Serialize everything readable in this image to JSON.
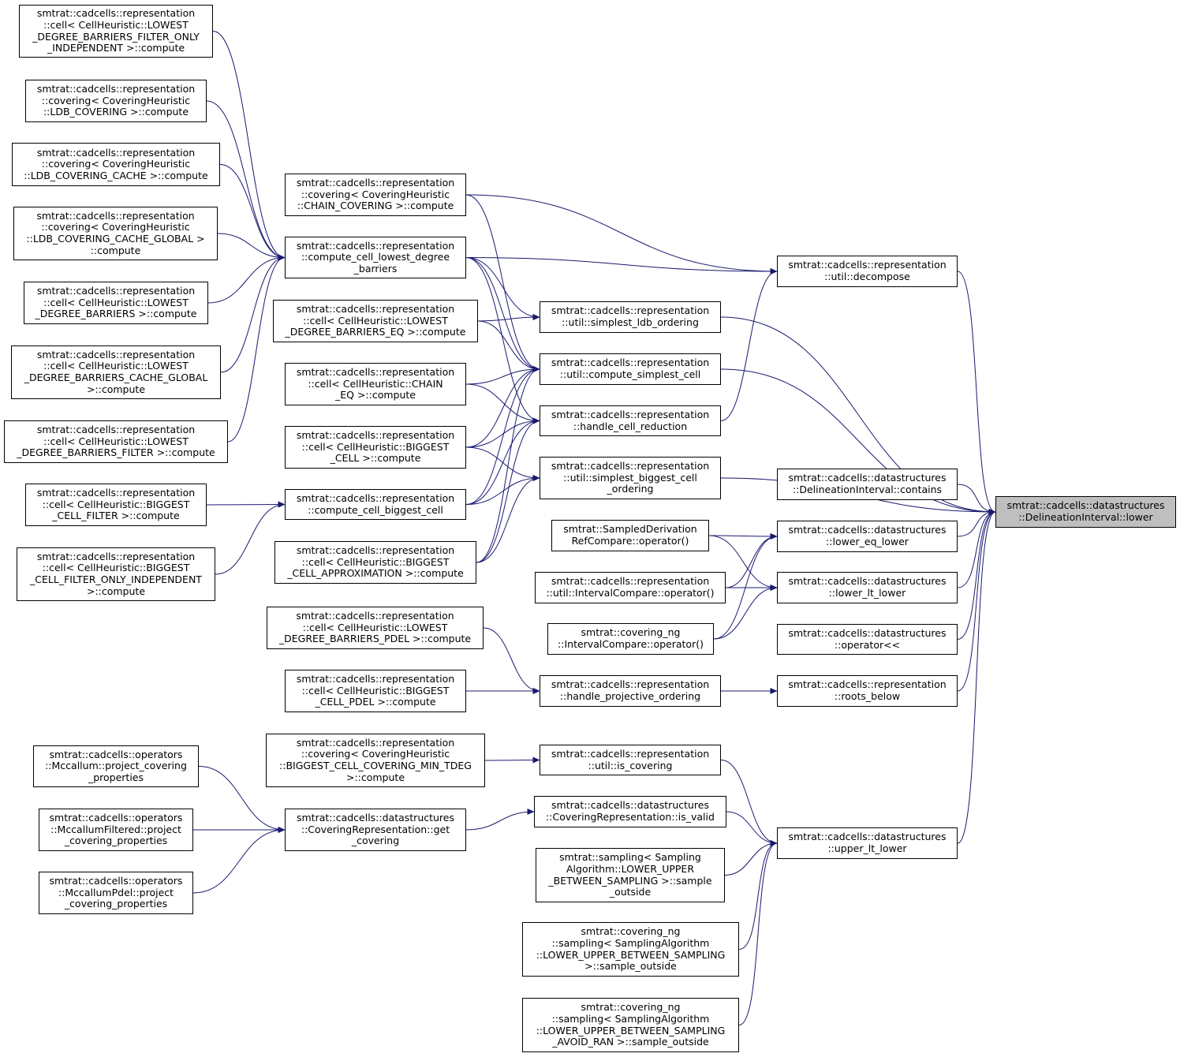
{
  "target": {
    "id": "target",
    "lines": [
      "smtrat::cadcells::datastructures",
      "::DelineationInterval::lower"
    ]
  },
  "nodes": [
    {
      "id": "n1",
      "lines": [
        "smtrat::cadcells::representation",
        "::cell< CellHeuristic::LOWEST",
        "_DEGREE_BARRIERS_FILTER_ONLY",
        "_INDEPENDENT >::compute"
      ]
    },
    {
      "id": "n2",
      "lines": [
        "smtrat::cadcells::representation",
        "::covering< CoveringHeuristic",
        "::LDB_COVERING >::compute"
      ]
    },
    {
      "id": "n3",
      "lines": [
        "smtrat::cadcells::representation",
        "::covering< CoveringHeuristic",
        "::LDB_COVERING_CACHE >::compute"
      ]
    },
    {
      "id": "n4",
      "lines": [
        "smtrat::cadcells::representation",
        "::covering< CoveringHeuristic",
        "::LDB_COVERING_CACHE_GLOBAL >",
        "::compute"
      ]
    },
    {
      "id": "n5",
      "lines": [
        "smtrat::cadcells::representation",
        "::cell< CellHeuristic::LOWEST",
        "_DEGREE_BARRIERS >::compute"
      ]
    },
    {
      "id": "n6",
      "lines": [
        "smtrat::cadcells::representation",
        "::cell< CellHeuristic::LOWEST",
        "_DEGREE_BARRIERS_CACHE_GLOBAL",
        ">::compute"
      ]
    },
    {
      "id": "n7",
      "lines": [
        "smtrat::cadcells::representation",
        "::cell< CellHeuristic::LOWEST",
        "_DEGREE_BARRIERS_FILTER >::compute"
      ]
    },
    {
      "id": "n8",
      "lines": [
        "smtrat::cadcells::representation",
        "::cell< CellHeuristic::BIGGEST",
        "_CELL_FILTER >::compute"
      ]
    },
    {
      "id": "n9",
      "lines": [
        "smtrat::cadcells::representation",
        "::cell< CellHeuristic::BIGGEST",
        "_CELL_FILTER_ONLY_INDEPENDENT",
        ">::compute"
      ]
    },
    {
      "id": "n10",
      "lines": [
        "smtrat::cadcells::operators",
        "::Mccallum::project_covering",
        "_properties"
      ]
    },
    {
      "id": "n11",
      "lines": [
        "smtrat::cadcells::operators",
        "::MccallumFiltered::project",
        "_covering_properties"
      ]
    },
    {
      "id": "n12",
      "lines": [
        "smtrat::cadcells::operators",
        "::MccallumPdel::project",
        "_covering_properties"
      ]
    },
    {
      "id": "n13",
      "lines": [
        "smtrat::cadcells::representation",
        "::covering< CoveringHeuristic",
        "::CHAIN_COVERING >::compute"
      ]
    },
    {
      "id": "n14",
      "lines": [
        "smtrat::cadcells::representation",
        "::compute_cell_lowest_degree",
        "_barriers"
      ]
    },
    {
      "id": "n15",
      "lines": [
        "smtrat::cadcells::representation",
        "::cell< CellHeuristic::LOWEST",
        "_DEGREE_BARRIERS_EQ >::compute"
      ]
    },
    {
      "id": "n16",
      "lines": [
        "smtrat::cadcells::representation",
        "::cell< CellHeuristic::CHAIN",
        "_EQ >::compute"
      ]
    },
    {
      "id": "n17",
      "lines": [
        "smtrat::cadcells::representation",
        "::cell< CellHeuristic::BIGGEST",
        "_CELL >::compute"
      ]
    },
    {
      "id": "n18",
      "lines": [
        "smtrat::cadcells::representation",
        "::compute_cell_biggest_cell"
      ]
    },
    {
      "id": "n19",
      "lines": [
        "smtrat::cadcells::representation",
        "::cell< CellHeuristic::BIGGEST",
        "_CELL_APPROXIMATION >::compute"
      ]
    },
    {
      "id": "n20",
      "lines": [
        "smtrat::cadcells::representation",
        "::cell< CellHeuristic::LOWEST",
        "_DEGREE_BARRIERS_PDEL >::compute"
      ]
    },
    {
      "id": "n21",
      "lines": [
        "smtrat::cadcells::representation",
        "::cell< CellHeuristic::BIGGEST",
        "_CELL_PDEL >::compute"
      ]
    },
    {
      "id": "n22",
      "lines": [
        "smtrat::cadcells::representation",
        "::covering< CoveringHeuristic",
        "::BIGGEST_CELL_COVERING_MIN_TDEG",
        ">::compute"
      ]
    },
    {
      "id": "n23",
      "lines": [
        "smtrat::cadcells::datastructures",
        "::CoveringRepresentation::get",
        "_covering"
      ]
    },
    {
      "id": "n24",
      "lines": [
        "smtrat::cadcells::representation",
        "::util::simplest_ldb_ordering"
      ]
    },
    {
      "id": "n25",
      "lines": [
        "smtrat::cadcells::representation",
        "::util::compute_simplest_cell"
      ]
    },
    {
      "id": "n26",
      "lines": [
        "smtrat::cadcells::representation",
        "::handle_cell_reduction"
      ]
    },
    {
      "id": "n27",
      "lines": [
        "smtrat::cadcells::representation",
        "::util::simplest_biggest_cell",
        "_ordering"
      ]
    },
    {
      "id": "n28",
      "lines": [
        "smtrat::SampledDerivation",
        "RefCompare::operator()"
      ]
    },
    {
      "id": "n29",
      "lines": [
        "smtrat::cadcells::representation",
        "::util::IntervalCompare::operator()"
      ]
    },
    {
      "id": "n30",
      "lines": [
        "smtrat::covering_ng",
        "::IntervalCompare::operator()"
      ]
    },
    {
      "id": "n31",
      "lines": [
        "smtrat::cadcells::representation",
        "::handle_projective_ordering"
      ]
    },
    {
      "id": "n32",
      "lines": [
        "smtrat::cadcells::representation",
        "::util::is_covering"
      ]
    },
    {
      "id": "n33",
      "lines": [
        "smtrat::cadcells::datastructures",
        "::CoveringRepresentation::is_valid"
      ]
    },
    {
      "id": "n34",
      "lines": [
        "smtrat::sampling< Sampling",
        "Algorithm::LOWER_UPPER",
        "_BETWEEN_SAMPLING >::sample",
        "_outside"
      ]
    },
    {
      "id": "n35",
      "lines": [
        "smtrat::covering_ng",
        "::sampling< SamplingAlgorithm",
        "::LOWER_UPPER_BETWEEN_SAMPLING",
        ">::sample_outside"
      ]
    },
    {
      "id": "n36",
      "lines": [
        "smtrat::covering_ng",
        "::sampling< SamplingAlgorithm",
        "::LOWER_UPPER_BETWEEN_SAMPLING",
        "_AVOID_RAN >::sample_outside"
      ]
    },
    {
      "id": "n37",
      "lines": [
        "smtrat::cadcells::representation",
        "::util::decompose"
      ]
    },
    {
      "id": "n38",
      "lines": [
        "smtrat::cadcells::datastructures",
        "::DelineationInterval::contains"
      ]
    },
    {
      "id": "n39",
      "lines": [
        "smtrat::cadcells::datastructures",
        "::lower_eq_lower"
      ]
    },
    {
      "id": "n40",
      "lines": [
        "smtrat::cadcells::datastructures",
        "::lower_lt_lower"
      ]
    },
    {
      "id": "n41",
      "lines": [
        "smtrat::cadcells::datastructures",
        "::operator<<"
      ]
    },
    {
      "id": "n42",
      "lines": [
        "smtrat::cadcells::representation",
        "::roots_below"
      ]
    },
    {
      "id": "n43",
      "lines": [
        "smtrat::cadcells::datastructures",
        "::upper_lt_lower"
      ]
    }
  ],
  "edges": [
    [
      "n37",
      "target"
    ],
    [
      "n24",
      "target"
    ],
    [
      "n25",
      "target"
    ],
    [
      "n27",
      "target"
    ],
    [
      "n38",
      "target"
    ],
    [
      "n39",
      "target"
    ],
    [
      "n40",
      "target"
    ],
    [
      "n41",
      "target"
    ],
    [
      "n42",
      "target"
    ],
    [
      "n43",
      "target"
    ],
    [
      "n13",
      "n37"
    ],
    [
      "n14",
      "n37"
    ],
    [
      "n26",
      "n37"
    ],
    [
      "n1",
      "n14"
    ],
    [
      "n2",
      "n14"
    ],
    [
      "n3",
      "n14"
    ],
    [
      "n4",
      "n14"
    ],
    [
      "n5",
      "n14"
    ],
    [
      "n6",
      "n14"
    ],
    [
      "n7",
      "n14"
    ],
    [
      "n14",
      "n24"
    ],
    [
      "n15",
      "n24"
    ],
    [
      "n13",
      "n25"
    ],
    [
      "n14",
      "n25"
    ],
    [
      "n15",
      "n25"
    ],
    [
      "n16",
      "n25"
    ],
    [
      "n17",
      "n25"
    ],
    [
      "n18",
      "n25"
    ],
    [
      "n19",
      "n25"
    ],
    [
      "n14",
      "n26"
    ],
    [
      "n16",
      "n26"
    ],
    [
      "n17",
      "n26"
    ],
    [
      "n18",
      "n26"
    ],
    [
      "n19",
      "n26"
    ],
    [
      "n17",
      "n27"
    ],
    [
      "n18",
      "n27"
    ],
    [
      "n19",
      "n27"
    ],
    [
      "n8",
      "n18"
    ],
    [
      "n9",
      "n18"
    ],
    [
      "n28",
      "n39"
    ],
    [
      "n29",
      "n39"
    ],
    [
      "n30",
      "n39"
    ],
    [
      "n28",
      "n40"
    ],
    [
      "n29",
      "n40"
    ],
    [
      "n30",
      "n40"
    ],
    [
      "n31",
      "n42"
    ],
    [
      "n20",
      "n31"
    ],
    [
      "n21",
      "n31"
    ],
    [
      "n22",
      "n32"
    ],
    [
      "n32",
      "n43"
    ],
    [
      "n33",
      "n43"
    ],
    [
      "n34",
      "n43"
    ],
    [
      "n35",
      "n43"
    ],
    [
      "n36",
      "n43"
    ],
    [
      "n23",
      "n33"
    ],
    [
      "n10",
      "n23"
    ],
    [
      "n11",
      "n23"
    ],
    [
      "n12",
      "n23"
    ]
  ],
  "colors": {
    "edge": "#191970",
    "target_fill": "#bfbfbf",
    "border": "#000000",
    "background": "#ffffff"
  }
}
